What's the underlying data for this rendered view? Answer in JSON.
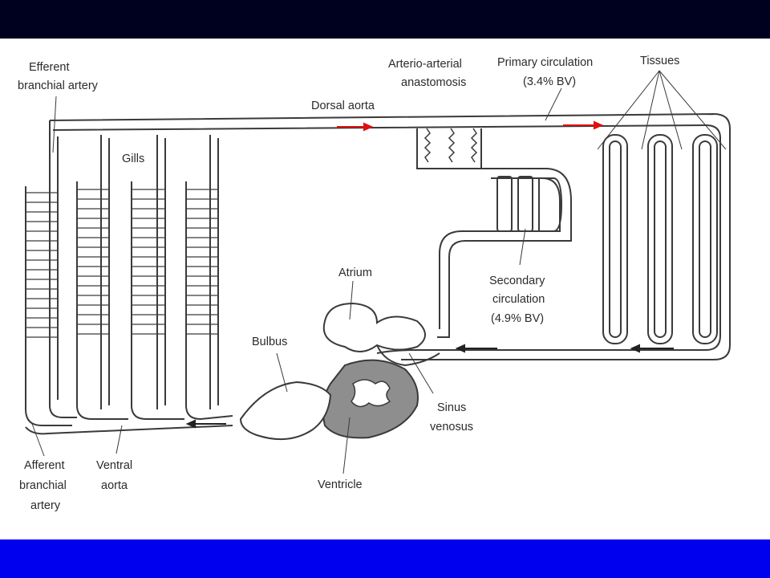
{
  "colors": {
    "top_band": "#00001f",
    "bottom_band": "#0000ee",
    "vessel_outline": "#3a3a3a",
    "ventricle_fill": "#8e8e8e",
    "flow_arrow_red": "#e01010",
    "flow_arrow_dark": "#222222"
  },
  "labels": {
    "efferent_line1": "Efferent",
    "efferent_line2": "branchial artery",
    "gills": "Gills",
    "dorsal_aorta": "Dorsal aorta",
    "anastomosis_line1": "Arterio-arterial",
    "anastomosis_line2": "anastomosis",
    "primary_line1": "Primary circulation",
    "primary_line2": "(3.4% BV)",
    "tissues": "Tissues",
    "atrium": "Atrium",
    "secondary_line1": "Secondary",
    "secondary_line2": "circulation",
    "secondary_line3": "(4.9% BV)",
    "bulbus": "Bulbus",
    "sinus_line1": "Sinus",
    "sinus_line2": "venosus",
    "afferent_line1": "Afferent",
    "afferent_line2": "branchial",
    "afferent_line3": "artery",
    "ventral_line1": "Ventral",
    "ventral_line2": "aorta",
    "ventricle": "Ventricle"
  }
}
